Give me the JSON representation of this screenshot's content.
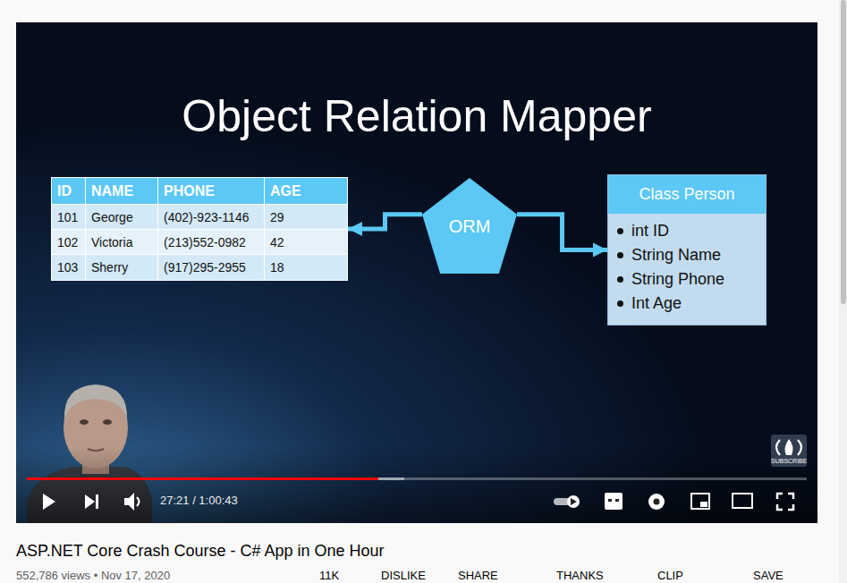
{
  "diagram": {
    "title": "Object Relation Mapper",
    "nodes": [
      {
        "text": [
          "ID",
          "NAME",
          "PHONE",
          "AGE",
          "101",
          "George",
          "(402)-923-1146",
          "29",
          "102",
          "Victoria",
          "(213)552-0982",
          "42",
          "103",
          "Sherry",
          "(917)295-2955",
          "18"
        ]
      },
      {
        "text": [
          "ORM"
        ]
      },
      {
        "text": [
          "Class Person",
          "int ID",
          "String Name",
          "String Phone",
          "Int Age"
        ]
      }
    ],
    "edges": [
      {
        "from": 1,
        "to": 0,
        "arrow": "to"
      },
      {
        "from": 1,
        "to": 2,
        "arrow": "to"
      }
    ],
    "labels": [
      "27:21 / 1:00:43",
      "SUBSCRIBE",
      "ASP.NET Core Crash Course - C# App in One Hour",
      "552,786 views • Nov 17, 2020",
      "11K",
      "DISLIKE",
      "SHARE",
      "THANKS",
      "CLIP",
      "SAVE"
    ]
  }
}
